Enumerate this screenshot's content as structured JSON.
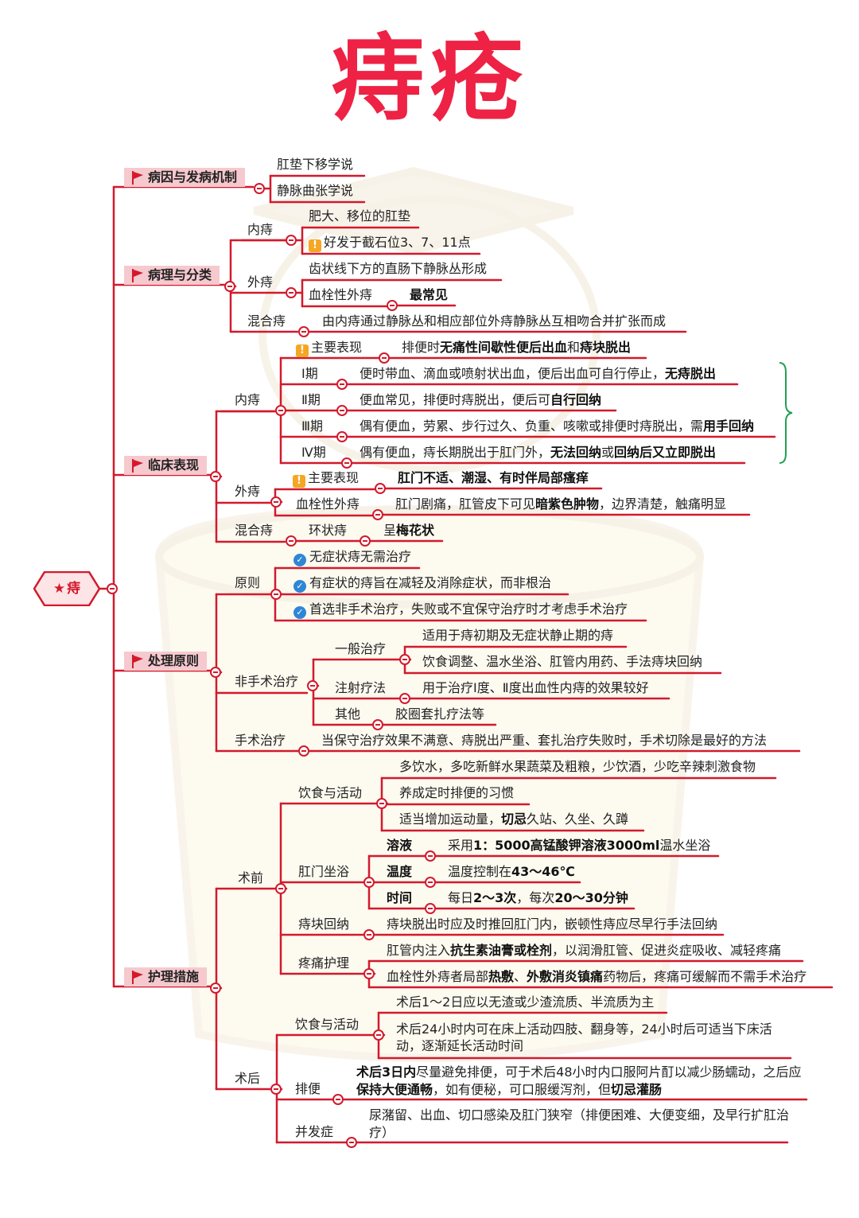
{
  "title": "痔疮",
  "colors": {
    "line": "#d21a2c",
    "title": "#ee2244",
    "category_bg": "#f6c9cf",
    "warning": "#f5a623",
    "check": "#2f86d6",
    "brace": "#21a055"
  },
  "root": {
    "label": "痔"
  },
  "cause": {
    "label": "病因与发病机制",
    "items": [
      "肛垫下移学说",
      "静脉曲张学说"
    ]
  },
  "pathology": {
    "label": "病理与分类",
    "internal": {
      "label": "内痔",
      "items": [
        "肥大、移位的肛垫",
        "好发于截石位3、7、11点"
      ]
    },
    "external": {
      "label": "外痔",
      "item1": "齿状线下方的直肠下静脉丛形成",
      "item2": "血栓性外痔",
      "item2_note": "最常见"
    },
    "mixed": {
      "label": "混合痔",
      "item": "由内痔通过静脉丛和相应部位外痔静脉丛互相吻合并扩张而成"
    }
  },
  "clinical": {
    "label": "临床表现",
    "internal": {
      "label": "内痔",
      "main_label": "主要表现",
      "main": [
        "排便时",
        "无痛性间歇性便后出血",
        "和",
        "痔块脱出"
      ],
      "stages": [
        {
          "label": "Ⅰ期",
          "parts": [
            "便时带血、滴血或喷射状出血，便后出血可自行停止，",
            "无痔脱出"
          ]
        },
        {
          "label": "Ⅱ期",
          "parts": [
            "便血常见，排便时痔脱出，便后可",
            "自行回纳"
          ]
        },
        {
          "label": "Ⅲ期",
          "parts": [
            "偶有便血，劳累、步行过久、负重、咳嗽或排便时痔脱出，需",
            "用手回纳"
          ]
        },
        {
          "label": "Ⅳ期",
          "parts": [
            "偶有便血，痔长期脱出于肛门外，",
            "无法回纳",
            "或",
            "回纳后又立即脱出"
          ]
        }
      ]
    },
    "external": {
      "label": "外痔",
      "main_label": "主要表现",
      "main": "肛门不适、潮湿、有时伴局部瘙痒",
      "thrombo_label": "血栓性外痔",
      "thrombo": [
        "肛门剧痛，肛管皮下可见",
        "暗紫色肿物",
        "，边界清楚，触痛明显"
      ]
    },
    "mixed": {
      "label": "混合痔",
      "sub": "环状痔",
      "desc": [
        "呈",
        "梅花状"
      ]
    }
  },
  "treatment": {
    "label": "处理原则",
    "principle": {
      "label": "原则",
      "items": [
        "无症状痔无需治疗",
        "有症状的痔旨在减轻及消除症状，而非根治",
        "首选非手术治疗，失败或不宜保守治疗时才考虑手术治疗"
      ]
    },
    "nonsurgical": {
      "label": "非手术治疗",
      "general": {
        "label": "一般治疗",
        "items": [
          "适用于痔初期及无症状静止期的痔",
          "饮食调整、温水坐浴、肛管内用药、手法痔块回纳"
        ]
      },
      "injection": {
        "label": "注射疗法",
        "item": "用于治疗Ⅰ度、Ⅱ度出血性内痔的效果较好"
      },
      "other": {
        "label": "其他",
        "item": "胶圈套扎疗法等"
      }
    },
    "surgery": {
      "label": "手术治疗",
      "item": "当保守治疗效果不满意、痔脱出严重、套扎治疗失败时，手术切除是最好的方法"
    }
  },
  "nursing": {
    "label": "护理措施",
    "pre": {
      "label": "术前",
      "diet": {
        "label": "饮食与活动",
        "items": [
          "多饮水，多吃新鲜水果蔬菜及粗粮，少饮酒，少吃辛辣刺激食物",
          "养成定时排便的习惯"
        ],
        "item3": [
          "适当增加运动量，",
          "切忌",
          "久站、久坐、久蹲"
        ]
      },
      "sitz": {
        "label": "肛门坐浴",
        "solution": {
          "label": "溶液",
          "parts": [
            "采用",
            "1：5000高锰酸钾溶液3000ml",
            "温水坐浴"
          ]
        },
        "temp": {
          "label": "温度",
          "parts": [
            "温度控制在",
            "43～46℃"
          ]
        },
        "time": {
          "label": "时间",
          "parts": [
            "每日",
            "2～3次",
            "，每次",
            "20～30分钟"
          ]
        }
      },
      "reduce": {
        "label": "痔块回纳",
        "item": "痔块脱出时应及时推回肛门内，嵌顿性痔应尽早行手法回纳"
      },
      "pain": {
        "label": "疼痛护理",
        "item1": [
          "肛管内注入",
          "抗生素油膏或栓剂",
          "，以润滑肛管、促进炎症吸收、减轻疼痛"
        ],
        "item2": [
          "血栓性外痔者局部",
          "热敷",
          "、",
          "外敷消炎镇痛",
          "药物后，疼痛可缓解而不需手术治疗"
        ]
      }
    },
    "post": {
      "label": "术后",
      "diet": {
        "label": "饮食与活动",
        "items": [
          "术后1～2日应以无渣或少渣流质、半流质为主",
          "术后24小时内可在床上活动四肢、翻身等，24小时后可适当下床活动，逐渐延长活动时间"
        ]
      },
      "defecation": {
        "label": "排便",
        "parts": [
          "术后3日内",
          "尽量避免排便，可于术后48小时内口服阿片酊以减少肠蠕动，之后应",
          "保持大便通畅",
          "，如有便秘，可口服缓泻剂，但",
          "切忌灌肠"
        ]
      },
      "complication": {
        "label": "并发症",
        "item": "尿潴留、出血、切口感染及肛门狭窄（排便困难、大便变细，及早行扩肛治疗）"
      }
    }
  }
}
